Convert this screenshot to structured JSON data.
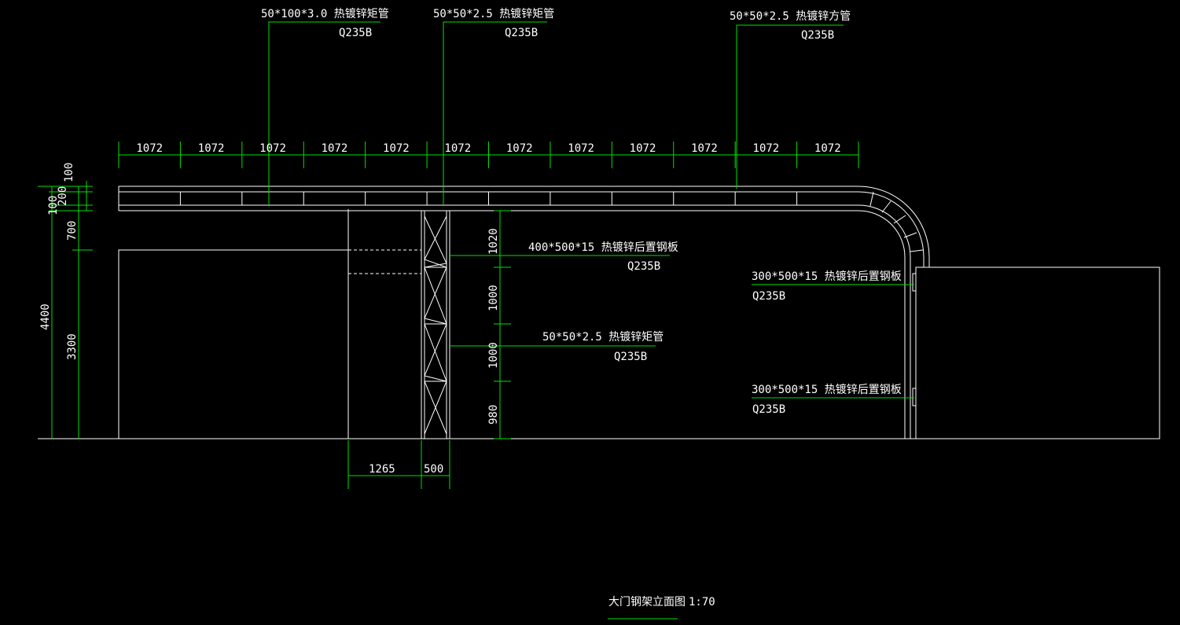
{
  "drawing": {
    "title": "大门钢架立面图",
    "scale": "1:70",
    "top_dimensions": [
      "1072",
      "1072",
      "1072",
      "1072",
      "1072",
      "1072",
      "1072",
      "1072",
      "1072",
      "1072",
      "1072",
      "1072"
    ],
    "left_dimensions": {
      "d100_top": "100",
      "d200": "200",
      "d100_bottom": "100",
      "d700": "700",
      "d4400": "4400",
      "d3300": "3300"
    },
    "column_dimensions": {
      "d1020": "1020",
      "d1000_a": "1000",
      "d1000_b": "1000",
      "d980": "980"
    },
    "bottom_dimensions": {
      "d1265": "1265",
      "d500": "500"
    },
    "callouts": [
      {
        "spec": "50*100*3.0 热镀锌矩管",
        "grade": "Q235B"
      },
      {
        "spec": "50*50*2.5 热镀锌矩管",
        "grade": "Q235B"
      },
      {
        "spec": "50*50*2.5 热镀锌方管",
        "grade": "Q235B"
      },
      {
        "spec": "400*500*15 热镀锌后置钢板",
        "grade": "Q235B"
      },
      {
        "spec": "50*50*2.5 热镀锌矩管",
        "grade": "Q235B"
      },
      {
        "spec": "300*500*15 热镀锌后置钢板",
        "grade": "Q235B"
      },
      {
        "spec": "300*500*15 热镀锌后置钢板",
        "grade": "Q235B"
      }
    ]
  }
}
